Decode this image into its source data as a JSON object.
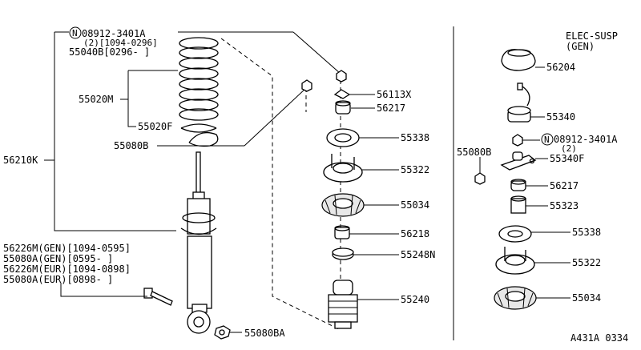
{
  "labels": {
    "nut_std": "08912-3401A",
    "nut_std_qty": "(2)[1094-0296]",
    "spring_alt": "55040B[0296-    ]",
    "spring": "55020M",
    "seat_lower": "55020F",
    "bolt_mid": "55080B",
    "assy": "56210K",
    "shock_gen_a": "56226M(GEN)[1094-0595]",
    "bolt_gen": "55080A(GEN)[0595-     ]",
    "shock_eur_a": "56226M(EUR)[1094-0898]",
    "bolt_eur": "55080A(EUR)[0898-     ]",
    "nut_bottom": "55080BA",
    "washer_top": "56113X",
    "bushing_a": "56217",
    "seat_a": "55338",
    "mount_a": "55322",
    "insulator_a": "55034",
    "bumper_a": "56218",
    "seal_a": "55248N",
    "boot": "55240",
    "elec_title": "ELEC-SUSP",
    "elec_sub": "(GEN)",
    "cap": "56204",
    "actuator": "55340",
    "nut_elec": "08912-3401A",
    "nut_elec_qty": "(2)",
    "bracket": "55340F",
    "bolt_elec": "55080B",
    "bushing_b": "56217",
    "spacer": "55323",
    "seat_b": "55338",
    "mount_b": "55322",
    "insulator_b": "55034",
    "nut_symbol": "N",
    "diagram_id": "A431A 0334"
  }
}
